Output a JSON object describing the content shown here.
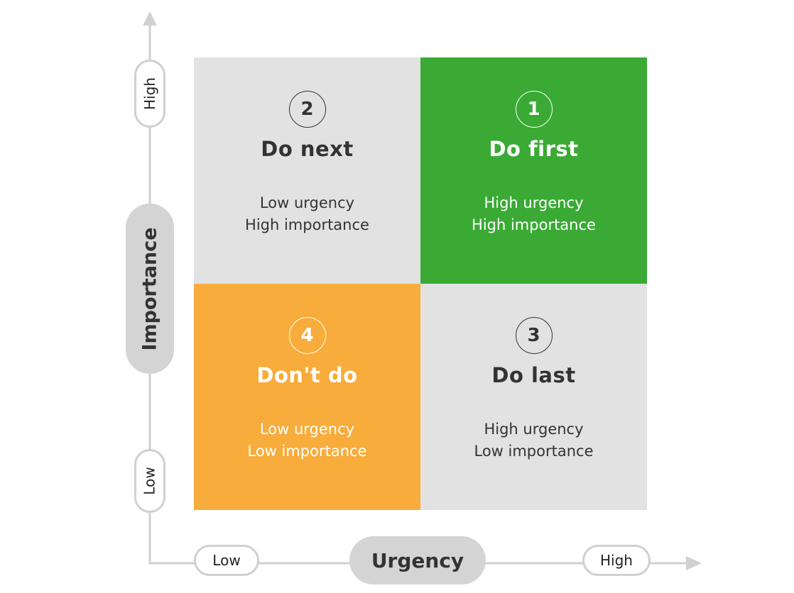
{
  "colors": {
    "axis": "#d0d0d0",
    "gray_quadrant": "#e2e2e2",
    "green_quadrant": "#3aaa35",
    "orange_quadrant": "#f8ac3b"
  },
  "axes": {
    "x_label": "Urgency",
    "x_low": "Low",
    "x_high": "High",
    "y_label": "Importance",
    "y_low": "Low",
    "y_high": "High"
  },
  "quadrants": [
    {
      "number": "2",
      "title": "Do next",
      "line1": "Low urgency",
      "line2": "High importance"
    },
    {
      "number": "1",
      "title": "Do first",
      "line1": "High urgency",
      "line2": "High importance"
    },
    {
      "number": "4",
      "title": "Don't do",
      "line1": "Low urgency",
      "line2": "Low importance"
    },
    {
      "number": "3",
      "title": "Do last",
      "line1": "High urgency",
      "line2": "Low importance"
    }
  ]
}
